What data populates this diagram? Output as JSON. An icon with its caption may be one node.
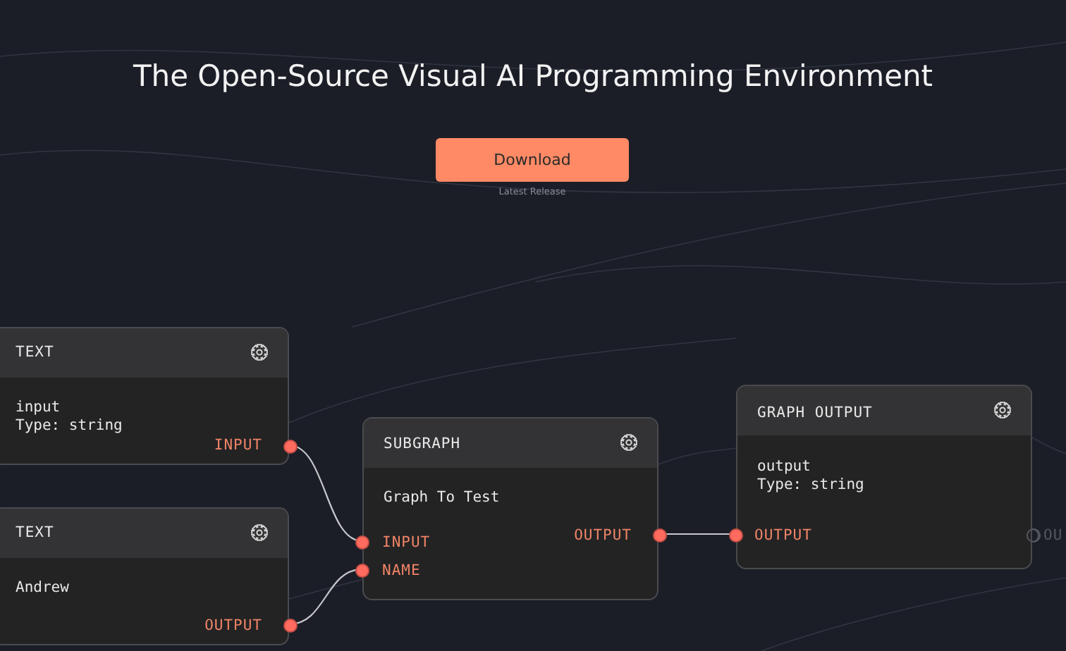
{
  "diagram": {
    "title": "The Open-Source Visual AI Programming Environment",
    "nodes": [
      {
        "text": [
          "TEXT",
          "input",
          "Type: string",
          "INPUT"
        ]
      },
      {
        "text": [
          "TEXT",
          "Andrew",
          "OUTPUT"
        ]
      },
      {
        "text": [
          "SUBGRAPH",
          "Graph To Test",
          "INPUT",
          "NAME",
          "OUTPUT"
        ]
      },
      {
        "text": [
          "GRAPH OUTPUT",
          "output",
          "Type: string",
          "OUTPUT"
        ]
      }
    ],
    "edges": [
      {
        "from": 0,
        "to": 2,
        "arrow": "none"
      },
      {
        "from": 1,
        "to": 2,
        "arrow": "none"
      },
      {
        "from": 2,
        "to": 3,
        "arrow": "none"
      }
    ],
    "labels": [
      "Download",
      "Latest Release",
      "OU"
    ]
  }
}
